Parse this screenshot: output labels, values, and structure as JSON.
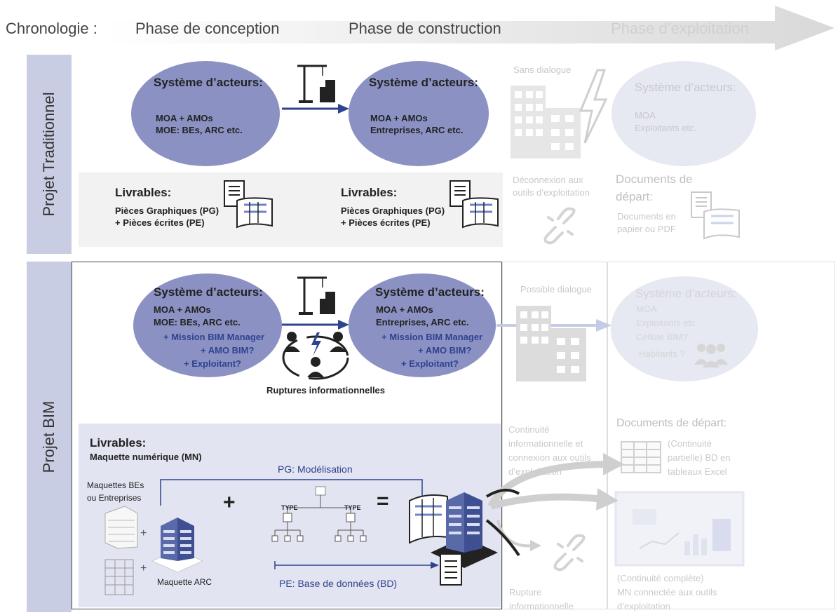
{
  "timeline": {
    "label": "Chronologie :",
    "phases": [
      "Phase de conception",
      "Phase de construction",
      "Phase d’exploitation"
    ]
  },
  "traditional": {
    "row_label": "Projet Traditionnel",
    "actors1": {
      "title": "Système d’acteurs:",
      "lines": [
        "MOA + AMOs",
        "MOE: BEs, ARC etc."
      ]
    },
    "actors2": {
      "title": "Système d’acteurs:",
      "lines": [
        "MOA + AMOs",
        "Entreprises, ARC etc."
      ]
    },
    "actors3": {
      "title": "Système d’acteurs:",
      "lines": [
        "MOA",
        "Exploitants etc."
      ]
    },
    "deliv1": {
      "title": "Livrables:",
      "lines": [
        "Pièces Graphiques (PG)",
        "+ Pièces écrites (PE)"
      ]
    },
    "deliv2": {
      "title": "Livrables:",
      "lines": [
        "Pièces Graphiques (PG)",
        "+ Pièces écrites (PE)"
      ]
    },
    "no_dialogue": "Sans dialogue",
    "disconnect": [
      "Déconnexion aux",
      "outils d’exploitation"
    ],
    "start_docs": {
      "title": [
        "Documents de",
        "départ:"
      ],
      "lines": [
        "Documents en",
        "papier ou PDF"
      ]
    }
  },
  "bim": {
    "row_label": "Projet BIM",
    "actors1": {
      "title": "Système d’acteurs:",
      "lines": [
        "MOA + AMOs",
        "MOE: BEs, ARC etc."
      ],
      "extra": [
        "+ Mission BIM Manager",
        "+ AMO BIM?",
        "+ Exploitant?"
      ]
    },
    "actors2": {
      "title": "Système d’acteurs:",
      "lines": [
        "MOA + AMOs",
        "Entreprises, ARC etc."
      ],
      "extra": [
        "+ Mission BIM Manager",
        "+ AMO BIM?",
        "+ Exploitant?"
      ]
    },
    "actors3": {
      "title": "Système d’acteurs:",
      "lines": [
        "MOA",
        "Exploitants etc.",
        "Cellule BIM?",
        "Habitants ?"
      ]
    },
    "ruptures": "Ruptures informationnelles",
    "possible_dialogue": "Possible dialogue",
    "continuity": [
      "Continuité",
      "informationnelle et",
      "connexion aux outils",
      "d’exploitation"
    ],
    "rupture_info": [
      "Rupture",
      "informationnelle"
    ],
    "start_docs_title": "Documents de départ:",
    "partial": [
      "(Continuité",
      "partielle) BD en",
      "tableaux Excel"
    ],
    "complete": [
      "(Continuité complète)",
      "MN  connectée aux outils",
      "d’exploitation"
    ],
    "deliv_title": "Livrables:",
    "deliv_sub": "Maquette numérique (MN)",
    "pg_label": "PG: Modélisation",
    "pe_label": "PE: Base de données (BD)",
    "maquettes_bes": [
      "Maquettes BEs",
      "ou Entreprises"
    ],
    "maquette_arc": "Maquette ARC",
    "plus": "+",
    "equals": "=",
    "type_label": "TYPE"
  },
  "colors": {
    "ellipse": "#8b92c3",
    "faint": "#e6e8f2",
    "arrow": "#2f4290",
    "row_label": "#c9cde3",
    "panel": "#e2e4f1"
  }
}
